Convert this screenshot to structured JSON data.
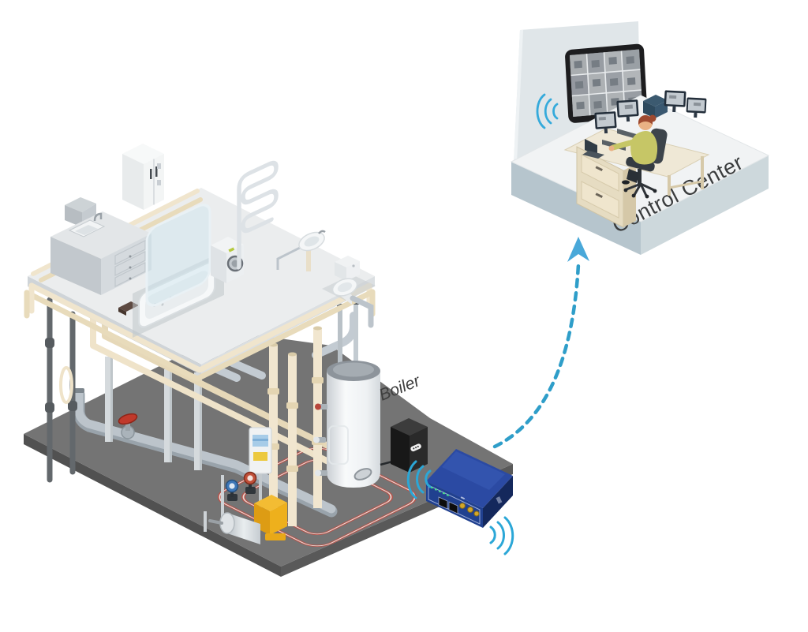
{
  "figure": {
    "type": "isometric-iot-diagram",
    "labels": {
      "boiler": "Boiler",
      "control_center": "Control Center"
    },
    "icons": [
      "wifi-signal-icon",
      "uplink-dashed-arrow-icon",
      "video-wall-icon"
    ],
    "colors": {
      "background": "#ffffff",
      "wifi": "#2fa9d8",
      "arrow": "#49a8d9",
      "router_top": "#2b4aa3",
      "router_front": "#20408f",
      "router_side": "#14285c",
      "antenna_gold": "#d2a62a",
      "heating_loop": "#b5524a",
      "basement_floor": "#747474",
      "pump_motor": "#eeb01c",
      "valve_wheel": "#c0392b",
      "cream_pipe": "#efe3c9",
      "gray_pipe": "#bcc4cb",
      "boiler_body": "#f4f6f7",
      "control_room_wall": "#e0e6e9",
      "platform_side": "#b6c5cd",
      "desk": "#e6dcc2",
      "operator_shirt": "#c6c666",
      "operator_hair": "#9e4a30",
      "chair": "#3d444b",
      "video_wall_frame": "#1d1d1f"
    }
  }
}
